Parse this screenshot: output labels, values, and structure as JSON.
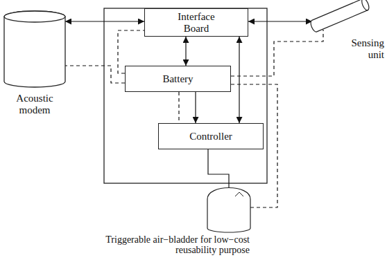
{
  "diagram": {
    "nodes": [
      {
        "text": [
          "Acoustic modem"
        ]
      },
      {
        "text": [
          "Interface Board"
        ]
      },
      {
        "text": [
          "Sensing unit"
        ]
      },
      {
        "text": [
          "Battery"
        ]
      },
      {
        "text": [
          "Controller"
        ]
      },
      {
        "text": [
          "Triggerable air−bladder for low−cost reusability purpose"
        ]
      }
    ],
    "edges": [
      {
        "from": 0,
        "to": 1,
        "arrow": "both"
      },
      {
        "from": 1,
        "to": 2,
        "arrow": "both"
      },
      {
        "from": 1,
        "to": 3,
        "arrow": "both"
      },
      {
        "from": 1,
        "to": 4,
        "arrow": "both"
      },
      {
        "from": 3,
        "to": 4,
        "arrow": "to"
      },
      {
        "from": 4,
        "to": 5,
        "arrow": "none"
      },
      {
        "from": 3,
        "to": 0,
        "arrow": "none"
      },
      {
        "from": 3,
        "to": 1,
        "arrow": "none"
      },
      {
        "from": 3,
        "to": 4,
        "arrow": "none"
      },
      {
        "from": 3,
        "to": 2,
        "arrow": "none"
      },
      {
        "from": 3,
        "to": 5,
        "arrow": "none"
      }
    ]
  }
}
